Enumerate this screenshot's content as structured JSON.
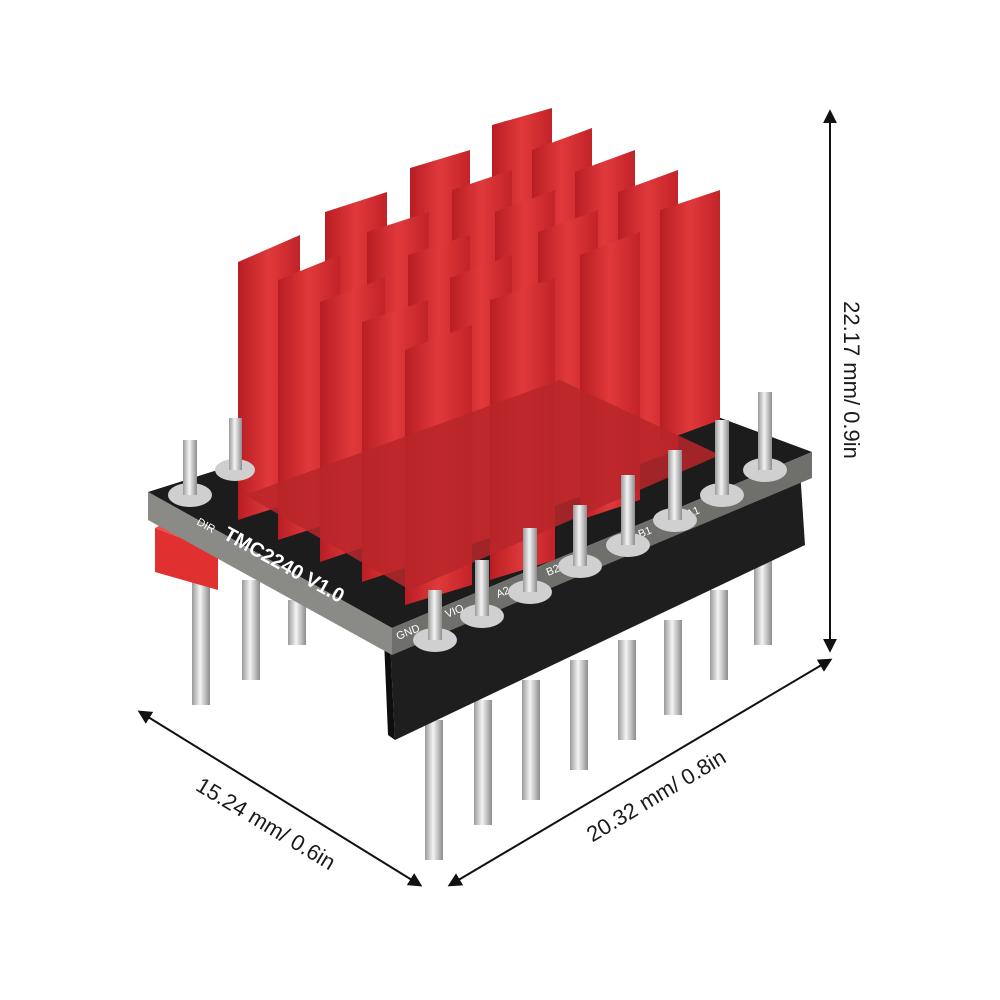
{
  "product": {
    "board_label": "TMC2240 V1.0",
    "pin_labels": [
      "DIR",
      "GND",
      "VIO",
      "A2",
      "B2",
      "B1",
      "A1"
    ]
  },
  "dimensions": {
    "height": "22.17 mm/ 0.9in",
    "depth": "15.24 mm/ 0.6in",
    "width": "20.32 mm/ 0.8in"
  },
  "colors": {
    "heatsink": "#d42a2e",
    "pcb": "#1c1c1c",
    "header": "#202020",
    "pin": "#d8d8d8",
    "jumper": "#e0302f"
  }
}
